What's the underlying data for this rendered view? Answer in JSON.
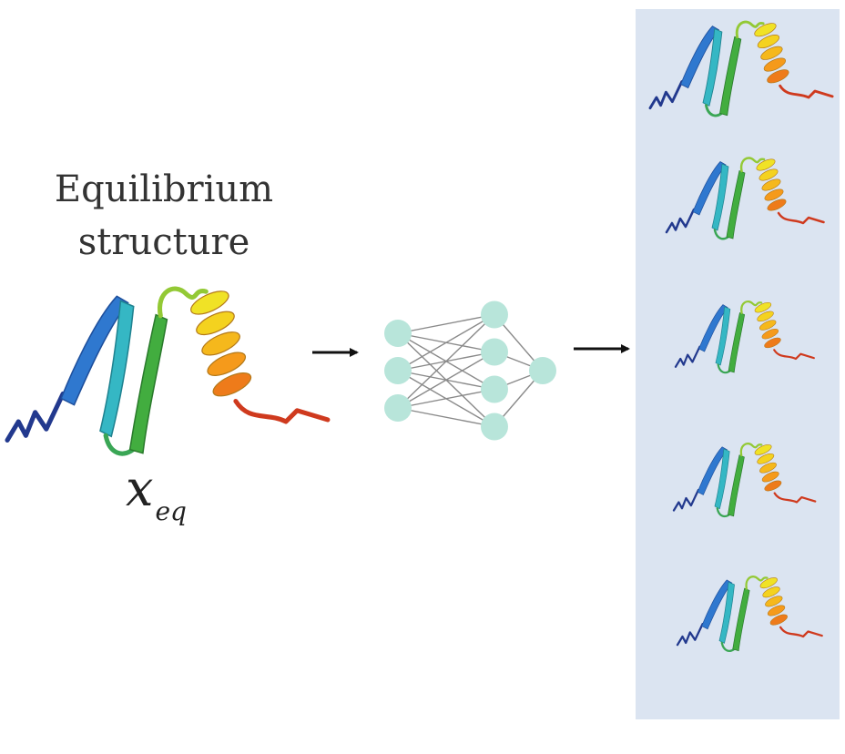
{
  "labels": {
    "title_line1": "Equilibrium",
    "title_line2": "structure",
    "variable": "x",
    "variable_subscript": "eq"
  },
  "colors": {
    "node_fill": "#b8e5da",
    "edge_stroke": "#8a8a8a",
    "arrow": "#111111",
    "panel_bg": "#dbe4f1",
    "ribbon_gradient": [
      "#1f3a93",
      "#2f7fd1",
      "#33b9c9",
      "#3fb34f",
      "#a6d12e",
      "#f2e21a",
      "#f5a11a",
      "#e4541b",
      "#c42a18"
    ]
  },
  "network": {
    "layers": [
      3,
      4,
      1
    ]
  },
  "generated_structures": {
    "count": 5
  }
}
